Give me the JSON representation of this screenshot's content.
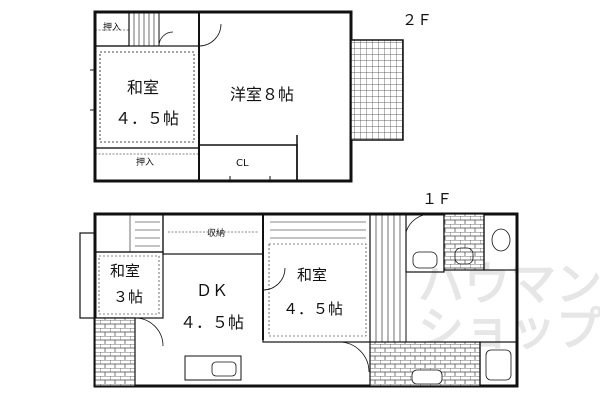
{
  "floors": {
    "second": {
      "label": "２Ｆ",
      "rooms": {
        "oshiire_top": "押入",
        "washitsu_name": "和室",
        "washitsu_size": "４．５帖",
        "oshiire_bottom": "押入",
        "youshitsu": "洋室８帖",
        "closet": "CL"
      }
    },
    "first": {
      "label": "１Ｆ",
      "rooms": {
        "shuno": "収納",
        "washitsu_small_name": "和室",
        "washitsu_small_size": "３帖",
        "dk_name": "ＤＫ",
        "dk_size": "４．５帖",
        "washitsu_right_name": "和室",
        "washitsu_right_size": "４．５帖"
      }
    }
  },
  "watermark": "ハウマンショップ",
  "colors": {
    "line": "#111111",
    "watermark": "#dddddd"
  }
}
